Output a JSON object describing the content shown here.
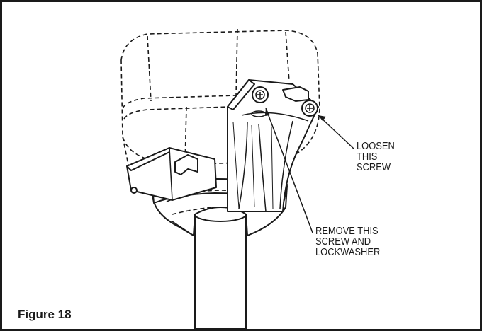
{
  "figure": {
    "label": "Figure 18"
  },
  "callouts": {
    "loosen": {
      "lines": [
        "LOOSEN",
        "THIS",
        "SCREW"
      ]
    },
    "remove": {
      "lines": [
        "REMOVE THIS",
        "SCREW AND",
        "LOCKWASHER"
      ]
    }
  },
  "icons": [
    "screw-icon",
    "arrow-icon"
  ],
  "colors": {
    "ink": "#1a1a1a",
    "paper": "#ffffff"
  }
}
